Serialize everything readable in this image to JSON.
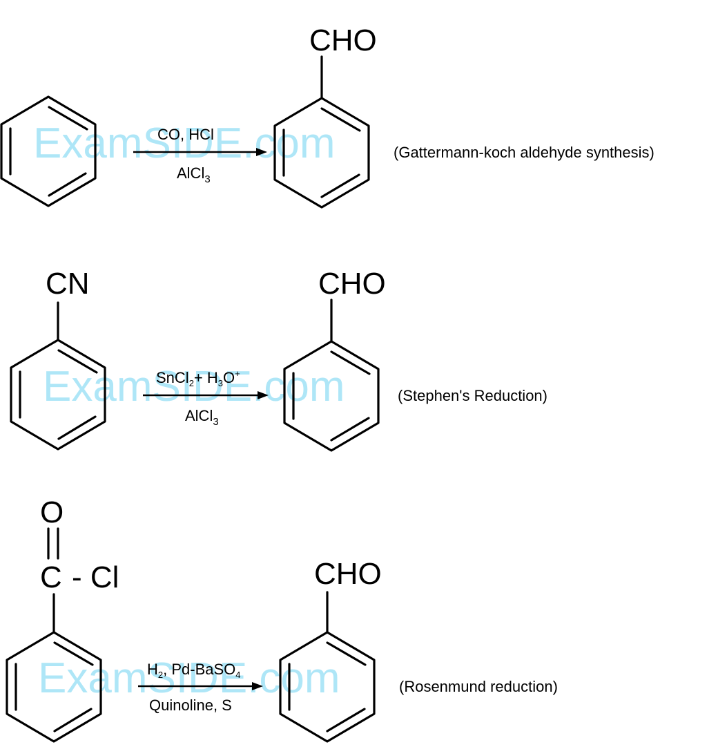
{
  "watermark": "ExamSIDE.com",
  "reactions": [
    {
      "reactant_group": "",
      "reagent_top": "CO, HCl",
      "reagent_bottom": {
        "base": "AlCl",
        "sub": "3"
      },
      "product_group": "CHO",
      "name": "(Gattermann-koch aldehyde synthesis)"
    },
    {
      "reactant_group": "CN",
      "reagent_top_parts": {
        "a": "SnCl",
        "a_sub": "2",
        "b": "+ H",
        "b_sub": "3",
        "c": "O",
        "c_sup": "+"
      },
      "reagent_bottom": {
        "base": "AlCl",
        "sub": "3"
      },
      "product_group": "CHO",
      "name": "(Stephen's Reduction)"
    },
    {
      "reactant_top_atom": "O",
      "reactant_carbon": "C",
      "reactant_substituent": "- Cl",
      "reagent_top_parts": {
        "a": "H",
        "a_sub": "2",
        "b": ", Pd-BaSO",
        "b_sub": "4"
      },
      "reagent_bottom": "Quinoline, S",
      "product_group": "CHO",
      "name": "(Rosenmund reduction)"
    }
  ]
}
